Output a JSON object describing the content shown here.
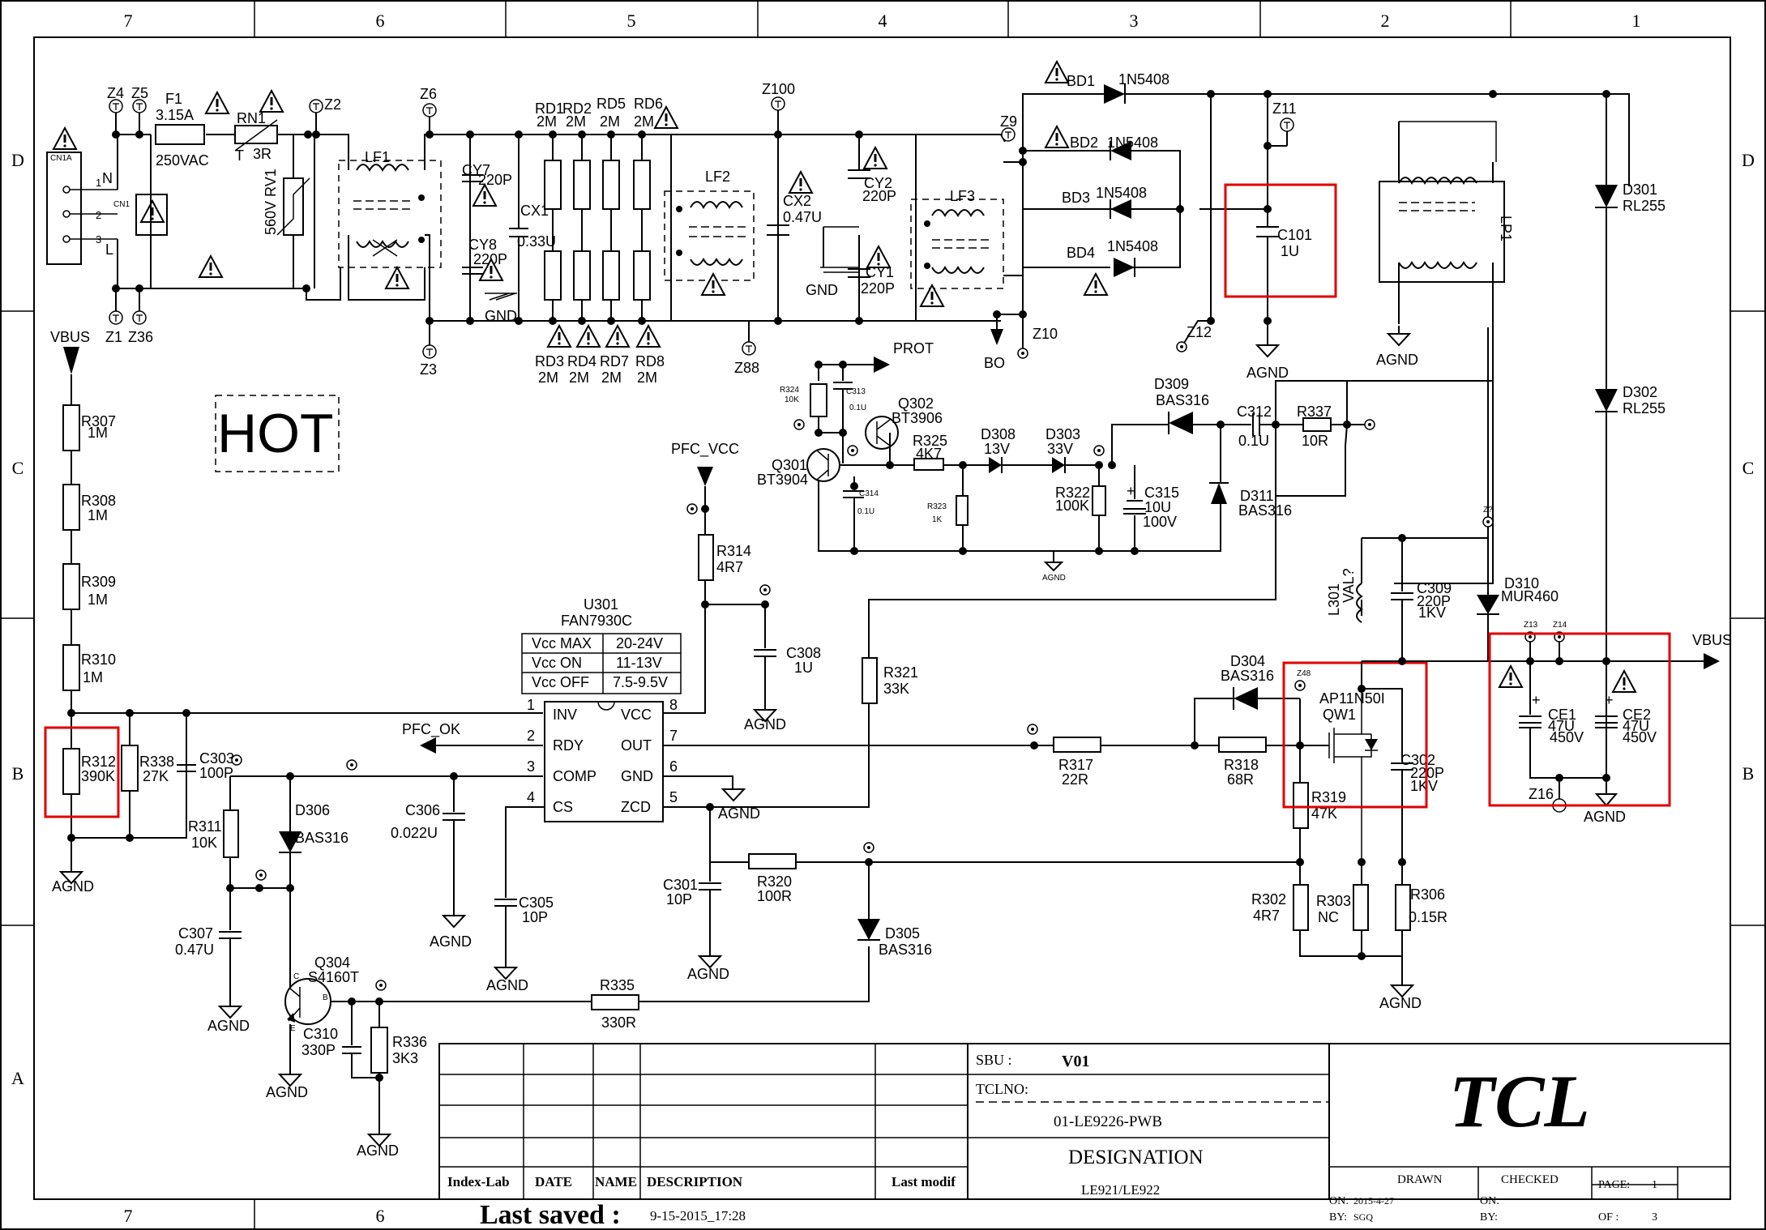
{
  "frame": {
    "top_columns": [
      "7",
      "6",
      "5",
      "4",
      "3",
      "2",
      "1"
    ],
    "bottom_columns": [
      "7",
      "6"
    ],
    "rows": [
      "D",
      "C",
      "B",
      "A"
    ]
  },
  "hot_label": "HOT",
  "input_section": {
    "connector": {
      "ref": "CN1A",
      "inner": "CN1",
      "pins": [
        "1",
        "2",
        "3"
      ],
      "n": "N",
      "l": "L"
    },
    "testpoints": [
      "Z4",
      "Z5",
      "Z2",
      "Z1",
      "Z36",
      "Z6",
      "Z3",
      "Z100",
      "Z88",
      "Z9",
      "Z10",
      "Z11",
      "Z12"
    ],
    "fuse": {
      "ref": "F1",
      "value": "3.15A",
      "rating": "250VAC"
    },
    "ntc": {
      "ref": "RN1",
      "value": "3R",
      "t": "T"
    },
    "varistor": {
      "label": "560V RV1"
    },
    "lf1": "LF1",
    "lf2": "LF2",
    "lf3": "LF3",
    "cy7": {
      "ref": "CY7",
      "value": "220P"
    },
    "cy8": {
      "ref": "CY8",
      "value": "220P"
    },
    "cx1": {
      "ref": "CX1",
      "value": "0.33U"
    },
    "cx2": {
      "ref": "CX2",
      "value": "0.47U"
    },
    "cy2": {
      "ref": "CY2",
      "value": "220P"
    },
    "cy1": {
      "ref": "CY1",
      "value": "220P"
    },
    "gnd": "GND",
    "rd_top": [
      "RD1",
      "RD2",
      "RD5",
      "RD6"
    ],
    "rd_top_vals": [
      "2M",
      "2M",
      "2M",
      "2M"
    ],
    "rd_bot": [
      "RD3",
      "RD4",
      "RD7",
      "RD8"
    ],
    "rd_bot_vals": [
      "2M",
      "2M",
      "2M",
      "2M"
    ],
    "bo": "BO",
    "bridge": [
      {
        "ref": "BD1",
        "part": "1N5408"
      },
      {
        "ref": "BD2",
        "part": "1N5408"
      },
      {
        "ref": "BD3",
        "part": "1N5408"
      },
      {
        "ref": "BD4",
        "part": "1N5408"
      }
    ],
    "c101": {
      "ref": "C101",
      "value": "1U"
    },
    "lp1": "LP1",
    "d301": {
      "ref": "D301",
      "part": "RL255"
    },
    "d302": {
      "ref": "D302",
      "part": "RL255"
    },
    "agnd": "AGND"
  },
  "prot_section": {
    "prot": "PROT",
    "r324": {
      "ref": "R324",
      "value": "10K"
    },
    "c313": {
      "ref": "C313",
      "value": "0.1U"
    },
    "q302": {
      "ref": "Q302",
      "part": "BT3906"
    },
    "q301": {
      "ref": "Q301",
      "part": "BT3904"
    },
    "r325": {
      "ref": "R325",
      "value": "4K7"
    },
    "d308": {
      "ref": "D308",
      "value": "13V"
    },
    "d303": {
      "ref": "D303",
      "value": "33V"
    },
    "d309": {
      "ref": "D309",
      "part": "BAS316"
    },
    "c312": {
      "ref": "C312",
      "value": "0.1U"
    },
    "r337": {
      "ref": "R337",
      "value": "10R"
    },
    "c314": {
      "ref": "C314",
      "value": "0.1U"
    },
    "r323": {
      "ref": "R323",
      "value": "1K"
    },
    "r322": {
      "ref": "R322",
      "value": "100K"
    },
    "c315": {
      "ref": "C315",
      "value": "10U",
      "rating": "100V"
    },
    "d311": {
      "ref": "D311",
      "part": "BAS316"
    }
  },
  "pfc_section": {
    "vbus": "VBUS",
    "r307": {
      "ref": "R307",
      "value": "1M"
    },
    "r308": {
      "ref": "R308",
      "value": "1M"
    },
    "r309": {
      "ref": "R309",
      "value": "1M"
    },
    "r310": {
      "ref": "R310",
      "value": "1M"
    },
    "r312": {
      "ref": "R312",
      "value": "390K"
    },
    "r338": {
      "ref": "R338",
      "value": "27K"
    },
    "c303": {
      "ref": "C303",
      "value": "100P"
    },
    "r311": {
      "ref": "R311",
      "value": "10K"
    },
    "d306": {
      "ref": "D306",
      "part": "BAS316"
    },
    "c307": {
      "ref": "C307",
      "value": "0.47U"
    },
    "q304": {
      "ref": "Q304",
      "part": "S4160T"
    },
    "c310": {
      "ref": "C310",
      "value": "330P"
    },
    "r336": {
      "ref": "R336",
      "value": "3K3"
    },
    "r335": {
      "ref": "R335",
      "value": "330R"
    },
    "pfc_ok": "PFC_OK",
    "pfc_vcc": "PFC_VCC",
    "c306": {
      "ref": "C306",
      "value": "0.022U"
    },
    "c305": {
      "ref": "C305",
      "value": "10P"
    },
    "c301": {
      "ref": "C301",
      "value": "10P"
    },
    "r320": {
      "ref": "R320",
      "value": "100R"
    },
    "d305": {
      "ref": "D305",
      "part": "BAS316"
    },
    "r314": {
      "ref": "R314",
      "value": "4R7"
    },
    "c308": {
      "ref": "C308",
      "value": "1U"
    },
    "r321": {
      "ref": "R321",
      "value": "33K"
    },
    "u301": {
      "ref": "U301",
      "part": "FAN7930C",
      "table": [
        [
          "Vcc MAX",
          "20-24V"
        ],
        [
          "Vcc  ON",
          "11-13V"
        ],
        [
          "Vcc OFF",
          "7.5-9.5V"
        ]
      ],
      "left_pins": [
        {
          "n": "1",
          "name": "INV"
        },
        {
          "n": "2",
          "name": "RDY"
        },
        {
          "n": "3",
          "name": "COMP"
        },
        {
          "n": "4",
          "name": "CS"
        }
      ],
      "right_pins": [
        {
          "n": "8",
          "name": "VCC"
        },
        {
          "n": "7",
          "name": "OUT"
        },
        {
          "n": "6",
          "name": "GND"
        },
        {
          "n": "5",
          "name": "ZCD"
        }
      ]
    },
    "r317": {
      "ref": "R317",
      "value": "22R"
    },
    "r318": {
      "ref": "R318",
      "value": "68R"
    },
    "d304": {
      "ref": "D304",
      "part": "BAS316"
    },
    "z48": "Z48",
    "qw1": {
      "ref": "QW1",
      "part": "AP11N50I"
    },
    "r319": {
      "ref": "R319",
      "value": "47K"
    },
    "c302": {
      "ref": "C302",
      "value": "220P",
      "rating": "1KV"
    },
    "l301": {
      "ref": "L301",
      "value": "VAL?"
    },
    "c309": {
      "ref": "C309",
      "value": "220P",
      "rating": "1KV"
    },
    "d310": {
      "ref": "D310",
      "part": "MUR460"
    },
    "r302": {
      "ref": "R302",
      "value": "4R7"
    },
    "r303": {
      "ref": "R303",
      "value": "NC"
    },
    "r306": {
      "ref": "R306",
      "value": "0.15R"
    },
    "ce1": {
      "ref": "CE1",
      "value": "47U",
      "rating": "450V"
    },
    "ce2": {
      "ref": "CE2",
      "value": "47U",
      "rating": "450V"
    },
    "z13": "Z13",
    "z14": "Z14",
    "z16": "Z16",
    "zq": "Z?"
  },
  "title_block": {
    "headers": {
      "index": "Index-Lab",
      "date": "DATE",
      "name": "NAME",
      "desc": "DESCRIPTION",
      "last": "Last modif"
    },
    "sbu_label": "SBU :",
    "sbu_value": "V01",
    "tclno_label": "TCLNO:",
    "tclno_value": "01-LE9226-PWB",
    "designation_label": "DESIGNATION",
    "designation_value": "LE921/LE922",
    "last_saved_label": "Last saved :",
    "last_saved_value": "9-15-2015_17:28",
    "logo": "TCL",
    "drawn": "DRAWN",
    "checked": "CHECKED",
    "on_label": "ON:",
    "on_value": "2015-4-27",
    "by_label": "BY:",
    "by_value": "SGQ",
    "on2_label": "ON:",
    "by2_label": "BY:",
    "page_label": "PAGE:",
    "page_value": "1",
    "of_label": "OF :",
    "of_value": "3"
  }
}
